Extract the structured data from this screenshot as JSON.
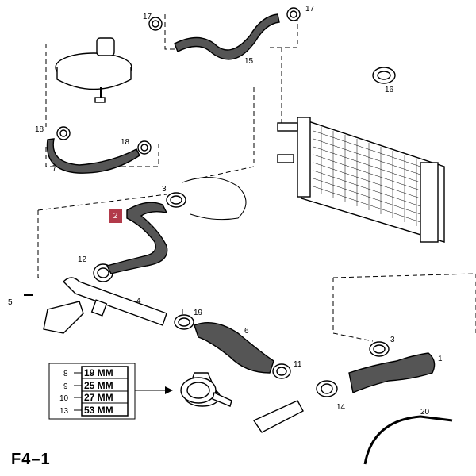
{
  "figure_id": "F4–1",
  "highlighted_part": "2",
  "callouts": {
    "p1": "1",
    "p3a": "3",
    "p3b": "3",
    "p4": "4",
    "p5": "5",
    "p6": "6",
    "p7": "7",
    "p11": "11",
    "p12": "12",
    "p14": "14",
    "p15": "15",
    "p16": "16",
    "p17a": "17",
    "p17b": "17",
    "p18a": "18",
    "p18b": "18",
    "p19": "19",
    "p20": "20"
  },
  "clamp_table": {
    "rows": [
      {
        "part": "8",
        "size": "19 MM"
      },
      {
        "part": "9",
        "size": "25 MM"
      },
      {
        "part": "10",
        "size": "27 MM"
      },
      {
        "part": "13",
        "size": "53 MM"
      }
    ]
  }
}
